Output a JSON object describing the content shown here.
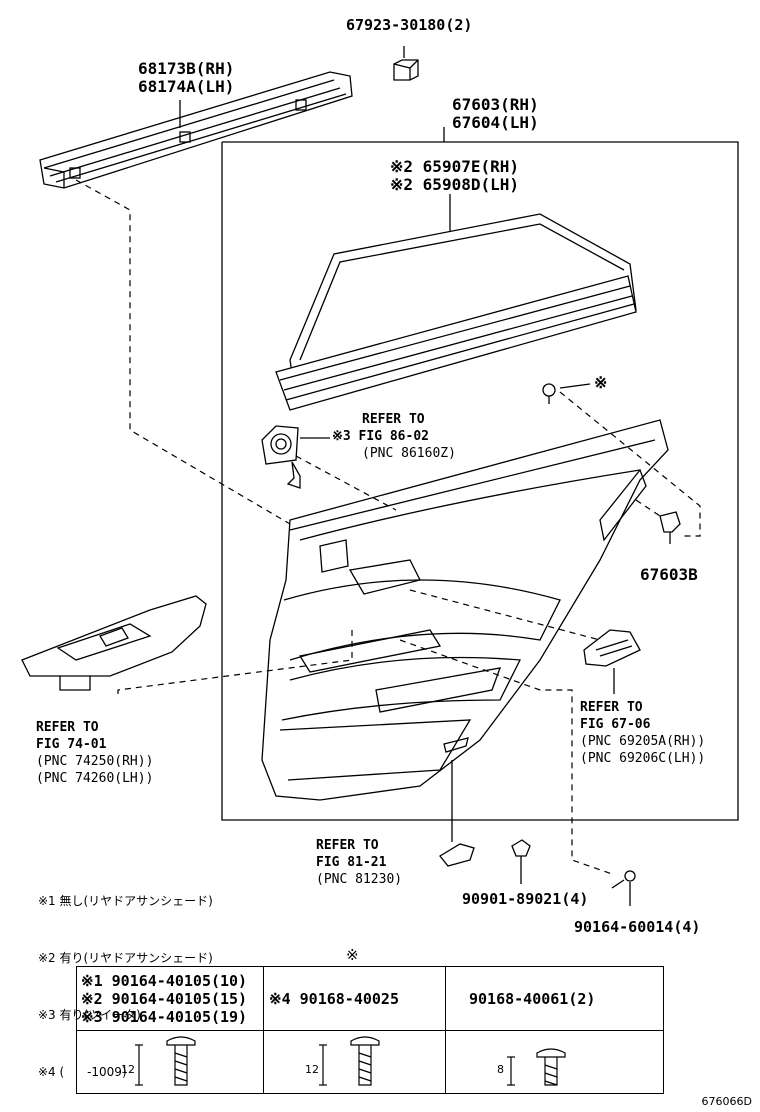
{
  "labels": {
    "clip_top": "67923-30180(2)",
    "weatherstrip_rh": "68173B(RH)",
    "weatherstrip_lh": "68174A(LH)",
    "panel_rh": "67603(RH)",
    "panel_lh": "67604(LH)",
    "shade_rh": "※2 65907E(RH)",
    "shade_lh": "※2 65908D(LH)",
    "refer_86_1": "REFER TO",
    "refer_86_2": "※3 FIG 86-02",
    "refer_86_3": "(PNC 86160Z)",
    "clip_mark": "※",
    "clip_67603b": "67603B",
    "refer_74_1": "REFER TO",
    "refer_74_2": "FIG 74-01",
    "refer_74_3": "(PNC 74250(RH))",
    "refer_74_4": "(PNC 74260(LH))",
    "refer_67_1": "REFER TO",
    "refer_67_2": "FIG 67-06",
    "refer_67_3": "(PNC 69205A(RH))",
    "refer_67_4": "(PNC 69206C(LH))",
    "refer_81_1": "REFER TO",
    "refer_81_2": "FIG 81-21",
    "refer_81_3": "(PNC 81230)",
    "nut_90901": "90901-89021(4)",
    "screw_90164": "90164-60014(4)"
  },
  "notes": [
    "※1 無し(リヤドアサンシェード)",
    "※2 有り(リヤドアサンシェード)",
    "※3 有り(ツイータ)",
    "※4 (      -1009)"
  ],
  "table": {
    "header_mark": "※",
    "col1": [
      "※1 90164-40105(10)",
      "※2 90164-40105(15)",
      "※3 90164-40105(19)"
    ],
    "col2": "※4 90168-40025",
    "col3": "90168-40061(2)",
    "dims": [
      "12",
      "12",
      "8"
    ]
  },
  "footer_code": "676066D"
}
